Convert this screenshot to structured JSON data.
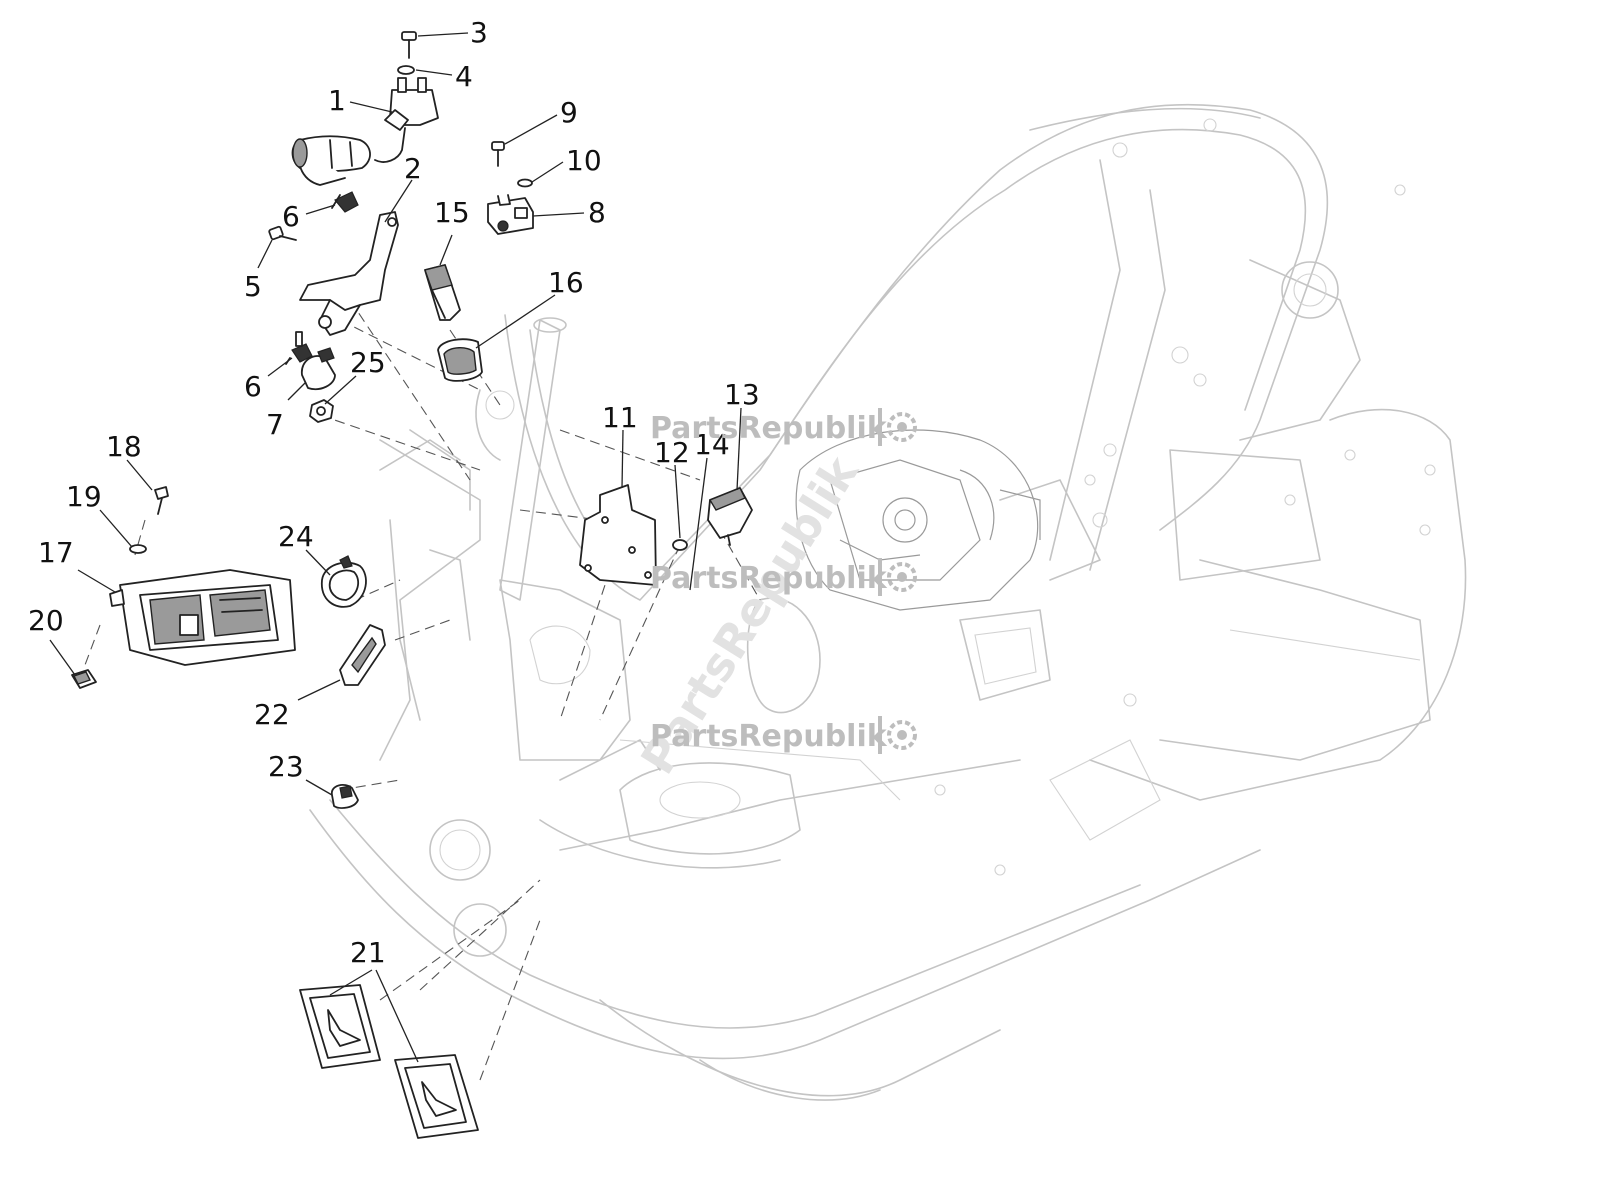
{
  "callouts": [
    "1",
    "2",
    "3",
    "4",
    "5",
    "6",
    "6",
    "7",
    "8",
    "9",
    "10",
    "11",
    "12",
    "13",
    "14",
    "15",
    "16",
    "17",
    "18",
    "19",
    "20",
    "21",
    "22",
    "23",
    "24",
    "25"
  ],
  "watermark": {
    "text": "PartsRepublik",
    "icon": "gear-icon"
  },
  "colors": {
    "frame": "#c4c4c4",
    "part_outline": "#222222",
    "text": "#111111",
    "watermark": "#bdbdbd"
  }
}
